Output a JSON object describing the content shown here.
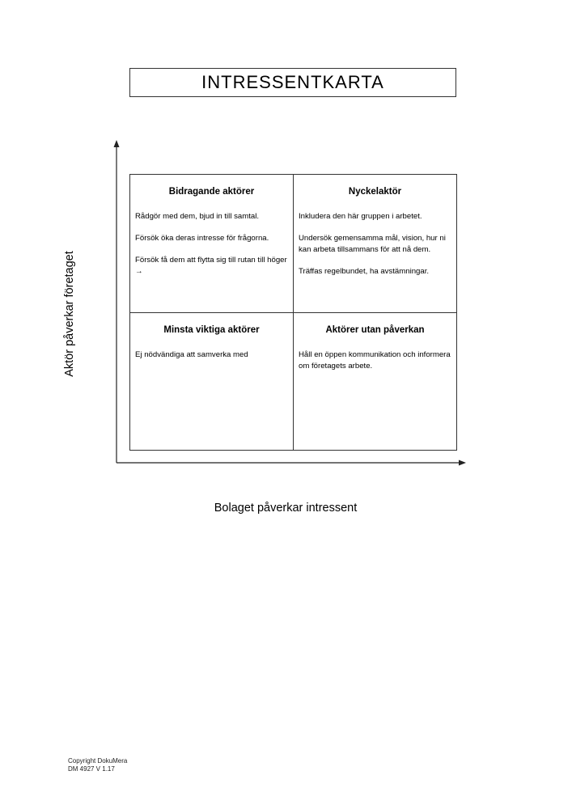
{
  "title": "INTRESSENTKARTA",
  "axes": {
    "y_label": "Aktör påverkar företaget",
    "x_label": "Bolaget påverkar intressent"
  },
  "quadrants": {
    "top_left": {
      "heading": "Bidragande aktörer",
      "items": [
        "Rådgör med dem, bjud in till samtal.",
        "Försök öka deras intresse för frågorna.",
        "Försök få dem att flytta sig till rutan till höger →"
      ]
    },
    "top_right": {
      "heading": "Nyckelaktör",
      "items": [
        "Inkludera den här gruppen i arbetet.",
        "Undersök gemensamma mål, vision, hur ni kan arbeta tillsammans för att nå dem.",
        "Träffas regelbundet, ha avstämningar."
      ]
    },
    "bottom_left": {
      "heading": "Minsta viktiga aktörer",
      "items": [
        "Ej nödvändiga att samverka med"
      ]
    },
    "bottom_right": {
      "heading": "Aktörer utan påverkan",
      "items": [
        "Håll en öppen kommunikation och informera om företagets arbete."
      ]
    }
  },
  "footer": {
    "copyright": "Copyright DokuMera",
    "doc_id": "DM 4927 V 1.17"
  }
}
